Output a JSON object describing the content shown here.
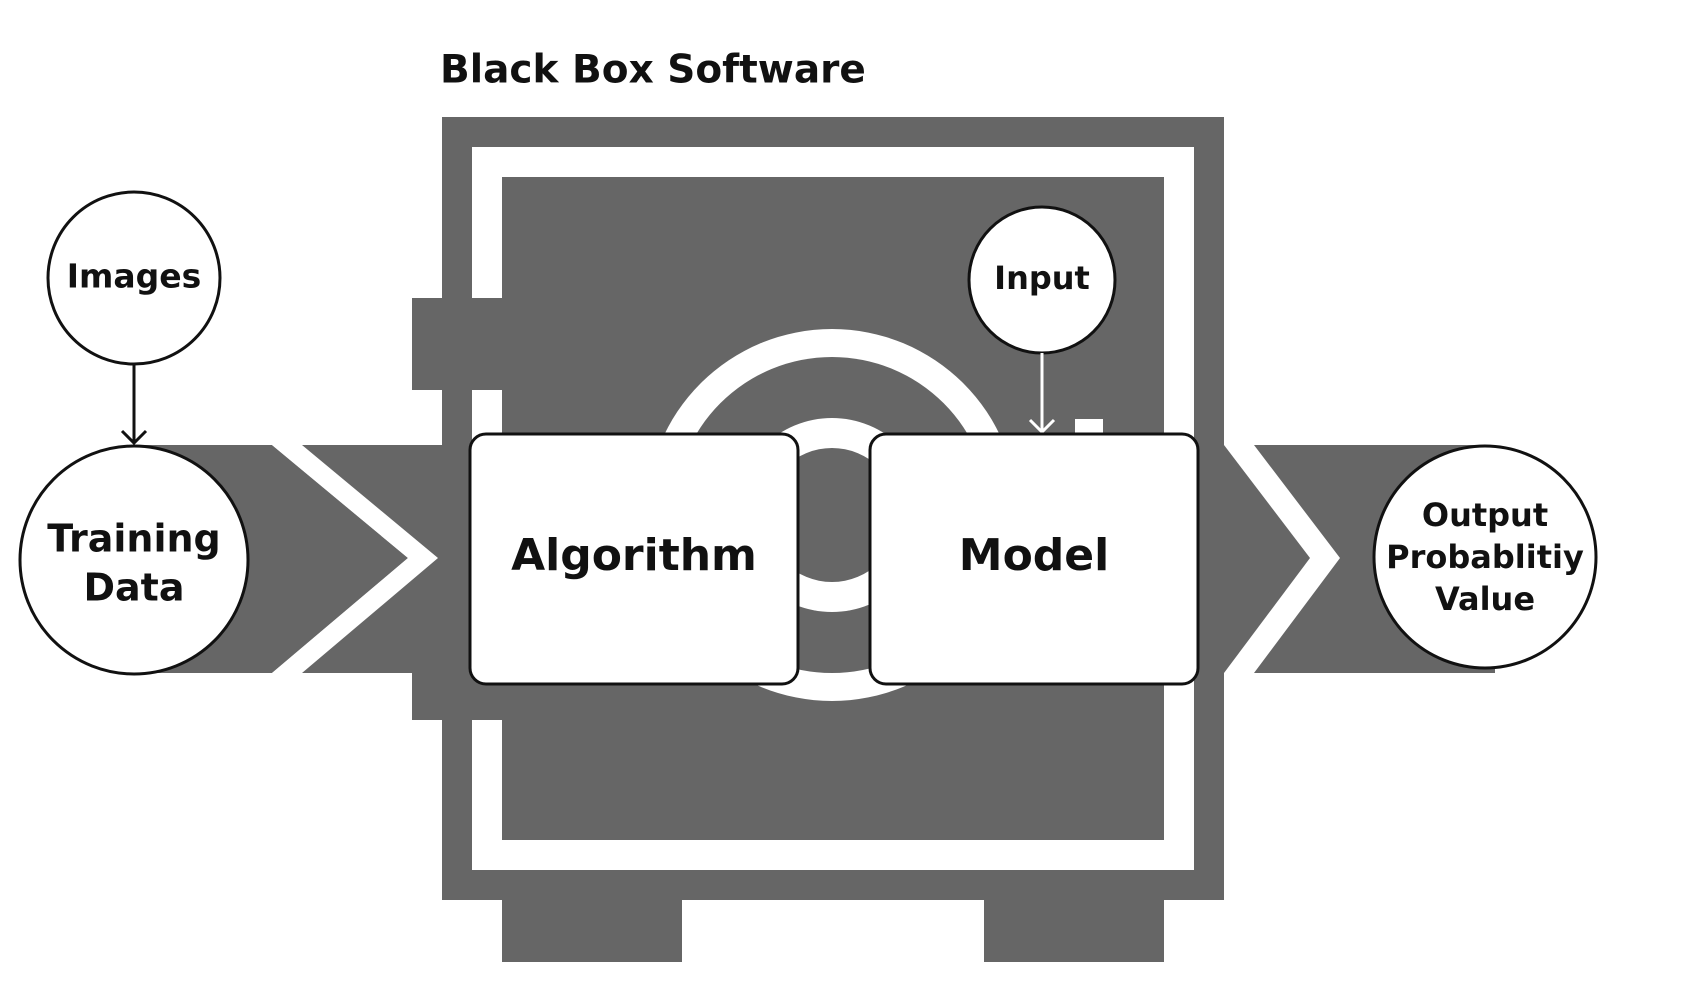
{
  "title": "Black Box Software",
  "nodes": {
    "images": "Images",
    "training_data": [
      "Training",
      "Data"
    ],
    "input": "Input",
    "algorithm": "Algorithm",
    "model": "Model",
    "output": [
      "Output",
      "Probablitiy",
      "Value"
    ]
  },
  "colors": {
    "fill_dark": "#666666",
    "background": "#ffffff",
    "stroke": "#111111"
  }
}
